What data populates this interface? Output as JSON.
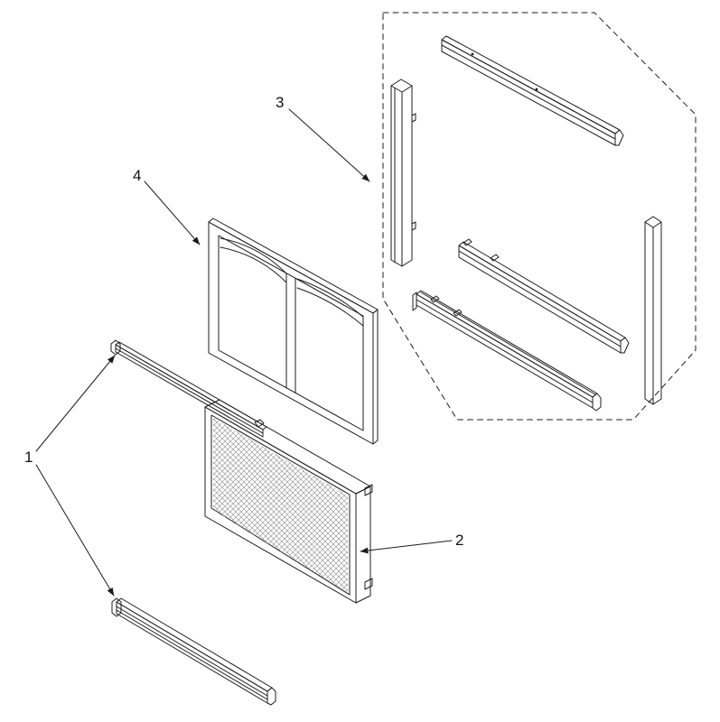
{
  "page": {
    "background_color": "#ffffff",
    "line_color": "#1c1c1c"
  },
  "diagram": {
    "kind": "exploded-parts-diagram",
    "callouts": [
      {
        "label": "1"
      },
      {
        "label": "2"
      },
      {
        "label": "3"
      },
      {
        "label": "4"
      }
    ]
  }
}
